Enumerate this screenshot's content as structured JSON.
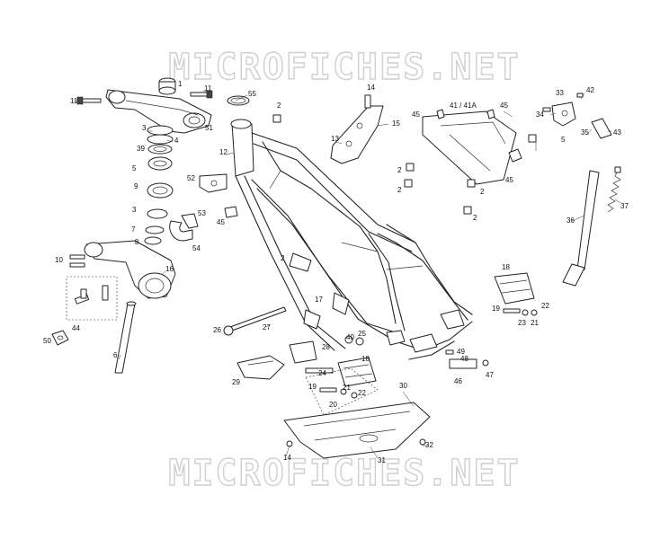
{
  "watermark": {
    "top": "MICROFICHES.NET",
    "bottom": "MICROFICHES.NET"
  },
  "callouts": [
    "1",
    "11",
    "11",
    "55",
    "2",
    "14",
    "41 / 41A",
    "45",
    "45",
    "33",
    "42",
    "3",
    "51",
    "13",
    "15",
    "34",
    "4",
    "12",
    "5",
    "35",
    "43",
    "39",
    "5",
    "2",
    "2",
    "45",
    "9",
    "52",
    "2",
    "2",
    "3",
    "45",
    "7",
    "53",
    "2",
    "8",
    "54",
    "37",
    "36",
    "10",
    "16",
    "17",
    "18",
    "44",
    "26",
    "27",
    "19",
    "22",
    "50",
    "40",
    "25",
    "28",
    "18",
    "23",
    "21",
    "24",
    "49",
    "6",
    "29",
    "19",
    "21",
    "22",
    "20",
    "48",
    "47",
    "46",
    "30",
    "32",
    "14",
    "31"
  ]
}
